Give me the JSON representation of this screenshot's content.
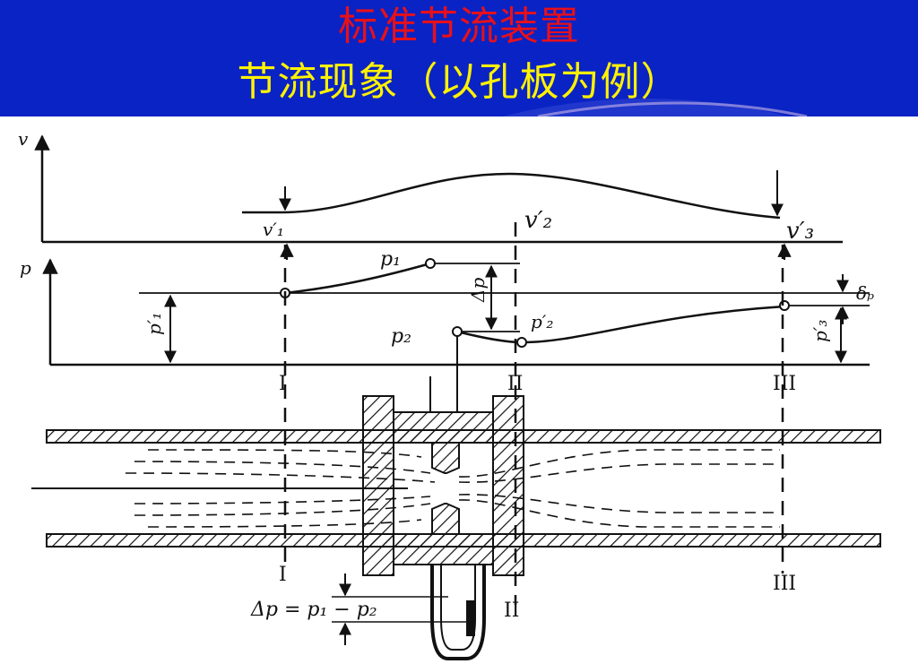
{
  "header": {
    "title": "标准节流装置",
    "subtitle": "节流现象（以孔板为例）",
    "colors": {
      "background": "#0a23c4",
      "title": "#e8101a",
      "subtitle": "#fff200"
    }
  },
  "diagram": {
    "velocity_axis": "v",
    "pressure_axis": "p",
    "v1": "v′₁",
    "v2": "v′₂",
    "v3": "v′₃",
    "p1": "p₁",
    "p2": "p₂",
    "p2_prime": "p′₂",
    "p1_prime": "p′₁",
    "p3_prime": "p′₃",
    "dp": "Δp",
    "delta_p": "δₚ",
    "sec1_top": "I",
    "sec2_top": "II",
    "sec3_top": "III",
    "sec1_bottom": "I",
    "sec2_bottom": "II",
    "sec3_bottom": "III",
    "equation": "Δp = p₁ − p₂"
  }
}
